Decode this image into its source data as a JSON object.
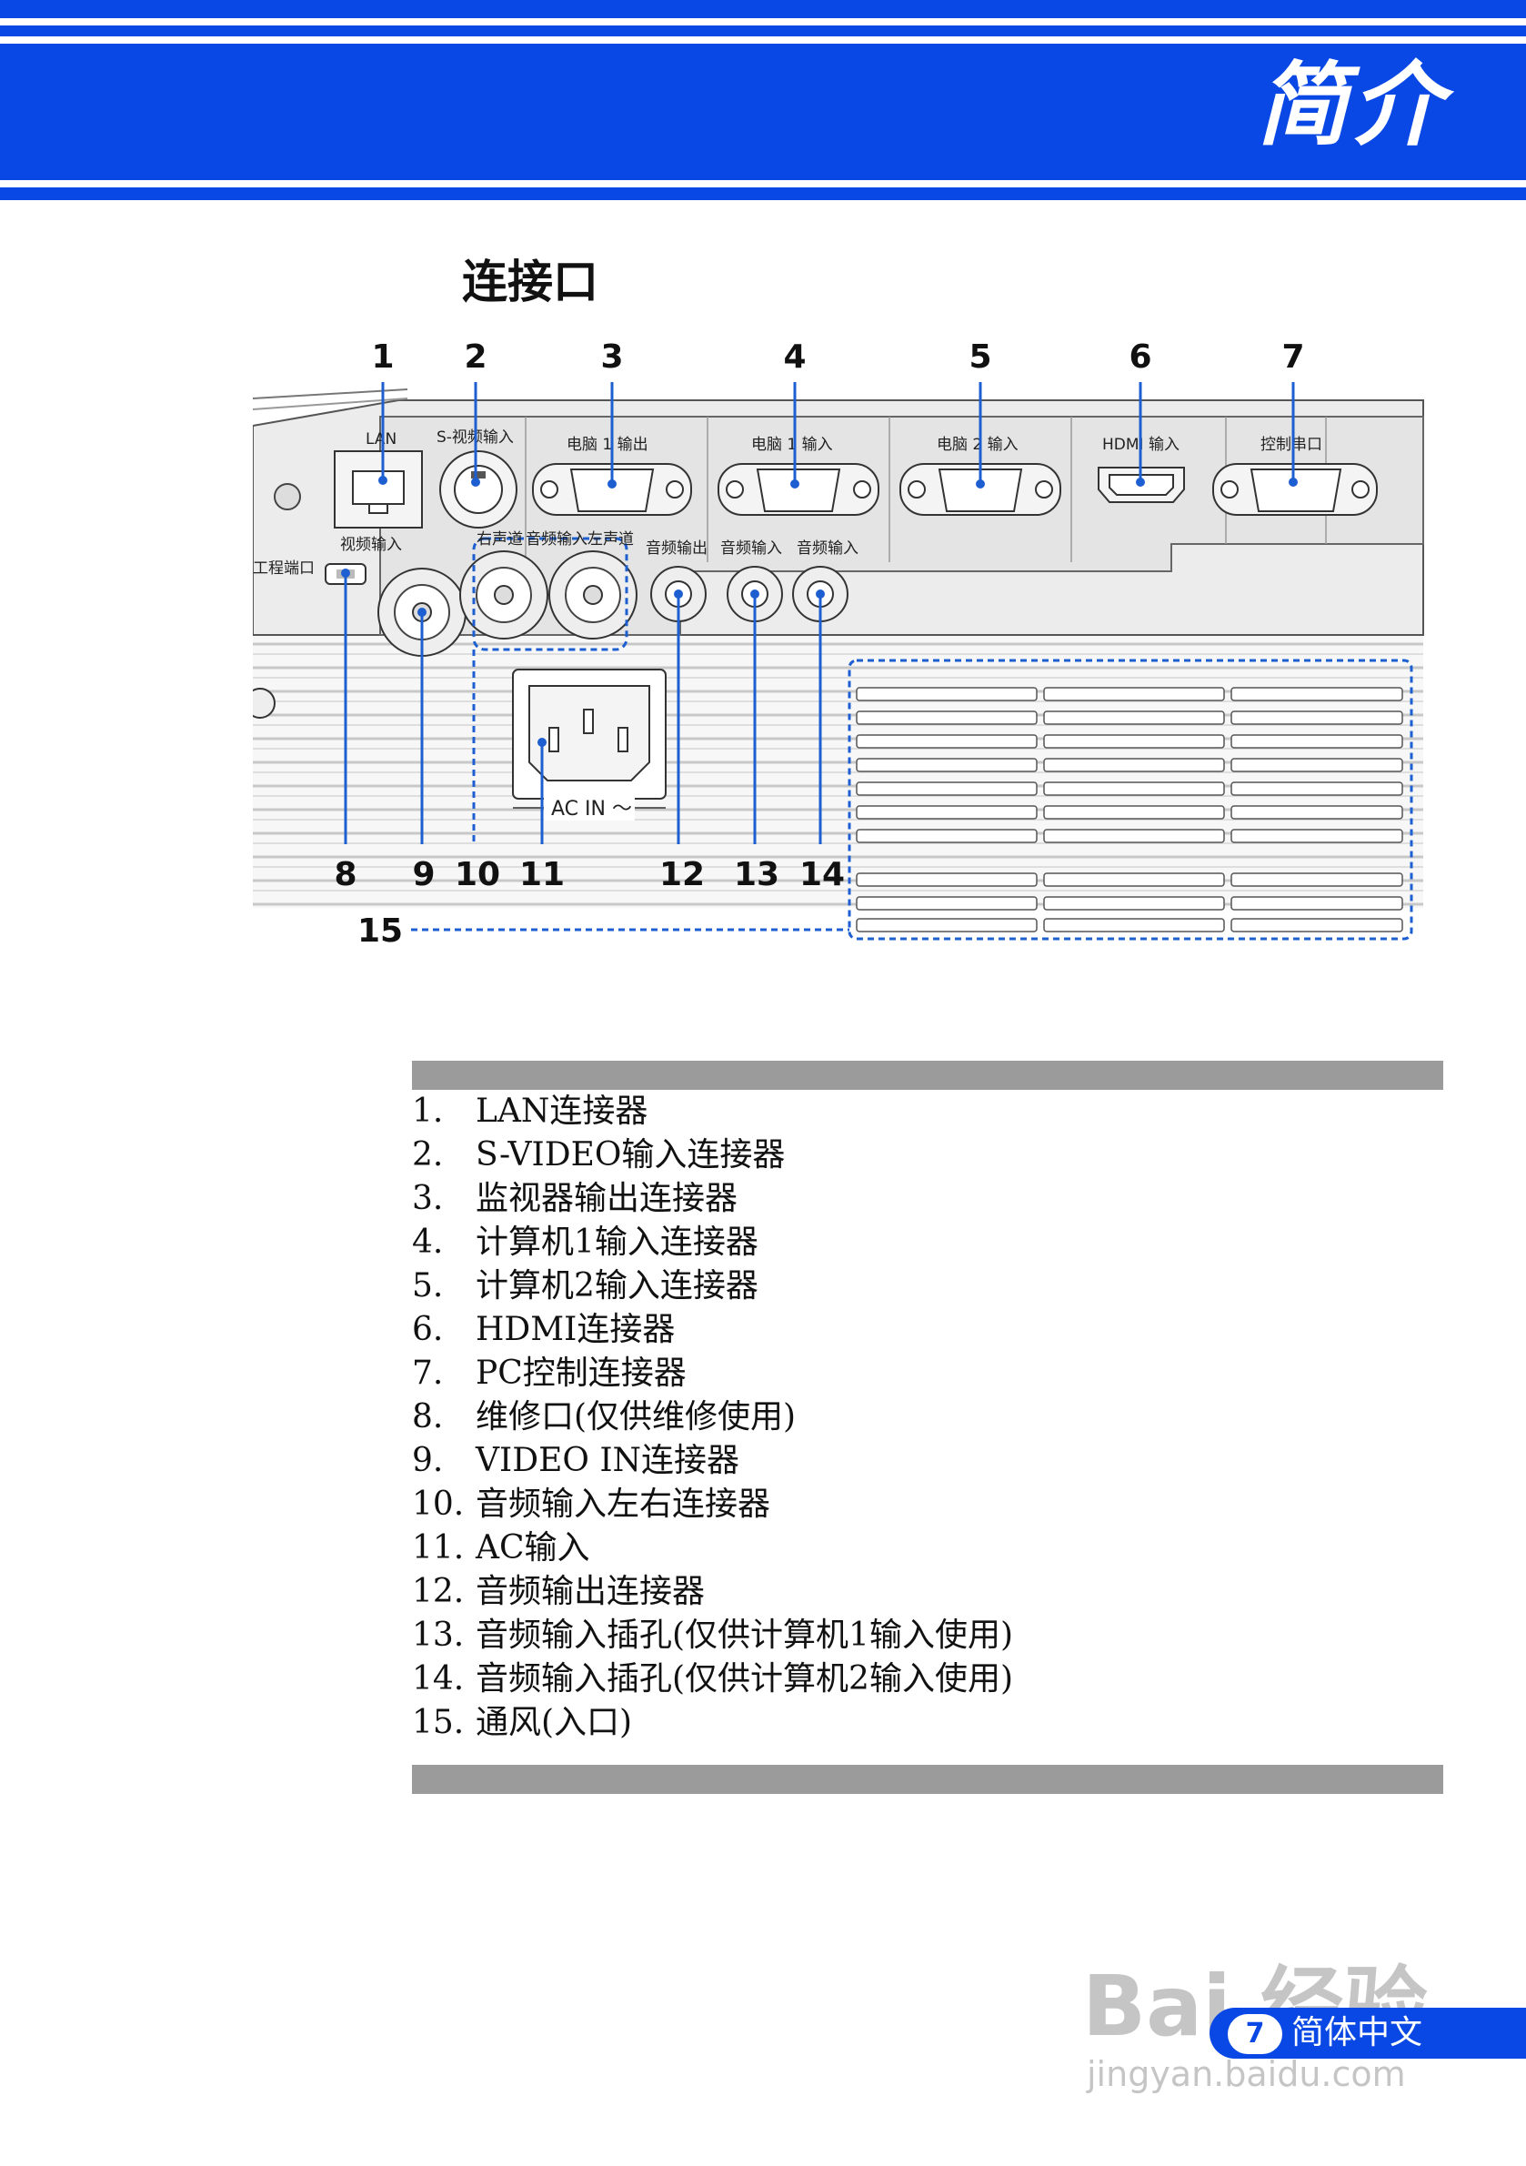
{
  "header": {
    "title": "简介"
  },
  "section": {
    "title": "连接口"
  },
  "diagram": {
    "callouts": [
      "1",
      "2",
      "3",
      "4",
      "5",
      "6",
      "7",
      "8",
      "9",
      "10",
      "11",
      "12",
      "13",
      "14",
      "15"
    ],
    "port_labels": {
      "lan": "LAN",
      "svideo": "S-视频输入",
      "monitor_out": "电脑 1 输出",
      "pc1_in": "电脑 1 输入",
      "pc2_in": "电脑 2 输入",
      "hdmi": "HDMI 输入",
      "control": "控制串口",
      "video_in": "视频输入",
      "service": "工程端口",
      "right": "右声道",
      "audio_in_lr": "音频输入",
      "left": "左声道",
      "audio_out": "音频输出",
      "audio_in1": "音频输入",
      "audio_in2": "音频输入",
      "ac_in": "AC IN ～"
    }
  },
  "list": [
    {
      "n": "1.",
      "text": "LAN连接器"
    },
    {
      "n": "2.",
      "text": "S-VIDEO输入连接器"
    },
    {
      "n": "3.",
      "text": "监视器输出连接器"
    },
    {
      "n": "4.",
      "text": "计算机1输入连接器"
    },
    {
      "n": "5.",
      "text": "计算机2输入连接器"
    },
    {
      "n": "6.",
      "text": "HDMI连接器"
    },
    {
      "n": "7.",
      "text": "PC控制连接器"
    },
    {
      "n": "8.",
      "text": "维修口(仅供维修使用)"
    },
    {
      "n": "9.",
      "text": "VIDEO IN连接器"
    },
    {
      "n": "10.",
      "text": "音频输入左右连接器"
    },
    {
      "n": "11.",
      "text": "AC输入"
    },
    {
      "n": "12.",
      "text": "音频输出连接器"
    },
    {
      "n": "13.",
      "text": "音频输入插孔(仅供计算机1输入使用)"
    },
    {
      "n": "14.",
      "text": "音频输入插孔(仅供计算机2输入使用)"
    },
    {
      "n": "15.",
      "text": "通风(入口)"
    }
  ],
  "footer": {
    "page": "7",
    "language": "简体中文"
  },
  "watermark": {
    "brand": "Bai 经验",
    "url": "jingyan.baidu.com"
  },
  "colors": {
    "accent": "#0a48e6",
    "callout_line": "#1d5fd1",
    "bar": "#9b9b9b"
  }
}
